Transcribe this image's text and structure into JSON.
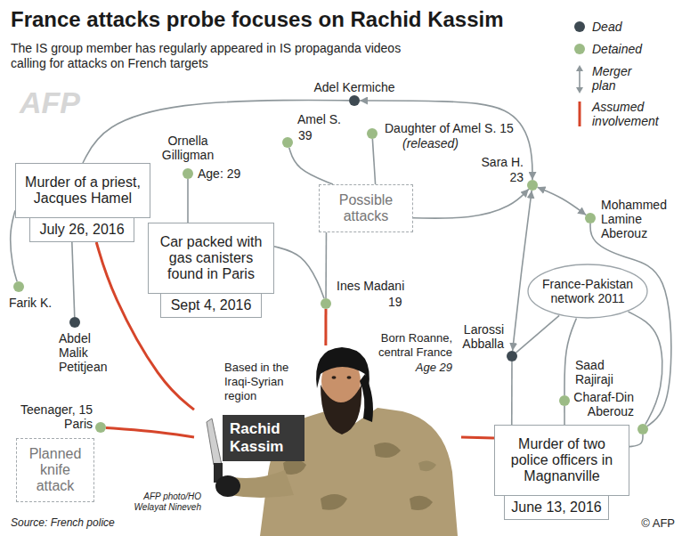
{
  "diagram": {
    "title": "France attacks probe focuses on Rachid Kassim",
    "nodes": [
      {
        "text": [
          "Murder of a priest, Jacques Hamel",
          "July 26, 2016"
        ]
      },
      {
        "text": [
          "Adel Kermiche"
        ]
      },
      {
        "text": [
          "Amel S.",
          "39"
        ]
      },
      {
        "text": [
          "Daughter of Amel S. 15",
          "(released)"
        ]
      },
      {
        "text": [
          "Sara H.",
          "23"
        ]
      },
      {
        "text": [
          "Ornella Gilligman",
          "Age: 29"
        ]
      },
      {
        "text": [
          "Car packed with gas canisters found in Paris",
          "Sept 4, 2016"
        ]
      },
      {
        "text": [
          "Possible attacks"
        ]
      },
      {
        "text": [
          "Mohammed Lamine Aberouz"
        ]
      },
      {
        "text": [
          "Farik K."
        ]
      },
      {
        "text": [
          "Abdel Malik Petitjean"
        ]
      },
      {
        "text": [
          "Ines Madani",
          "19"
        ]
      },
      {
        "text": [
          "France-Pakistan network 2011"
        ]
      },
      {
        "text": [
          "Larossi Abballa"
        ]
      },
      {
        "text": [
          "Saad Rajiraji"
        ]
      },
      {
        "text": [
          "Charaf-Din Aberouz"
        ]
      },
      {
        "text": [
          "Rachid Kassim"
        ]
      },
      {
        "text": [
          "Teenager, 15 Paris"
        ]
      },
      {
        "text": [
          "Planned knife attack"
        ]
      },
      {
        "text": [
          "Murder of two police officers in Magnanville",
          "June 13, 2016"
        ]
      }
    ],
    "edges": [
      {
        "from": 0,
        "to": 1,
        "arrow": "none"
      },
      {
        "from": 1,
        "to": 4,
        "arrow": "both"
      },
      {
        "from": 2,
        "to": 7,
        "arrow": "none"
      },
      {
        "from": 3,
        "to": 7,
        "arrow": "none"
      },
      {
        "from": 7,
        "to": 4,
        "arrow": "to"
      },
      {
        "from": 5,
        "to": 6,
        "arrow": "none"
      },
      {
        "from": 6,
        "to": 11,
        "arrow": "none"
      },
      {
        "from": 7,
        "to": 11,
        "arrow": "none"
      },
      {
        "from": 8,
        "to": 15,
        "arrow": "none"
      },
      {
        "from": 4,
        "to": 8,
        "arrow": "both"
      },
      {
        "from": 4,
        "to": 13,
        "arrow": "both"
      },
      {
        "from": 0,
        "to": 9,
        "arrow": "none"
      },
      {
        "from": 0,
        "to": 10,
        "arrow": "none"
      },
      {
        "from": 0,
        "to": 16,
        "arrow": "none"
      },
      {
        "from": 11,
        "to": 16,
        "arrow": "none"
      },
      {
        "from": 17,
        "to": 16,
        "arrow": "none"
      },
      {
        "from": 16,
        "to": 19,
        "arrow": "none"
      },
      {
        "from": 12,
        "to": 13,
        "arrow": "none"
      },
      {
        "from": 12,
        "to": 14,
        "arrow": "none"
      },
      {
        "from": 12,
        "to": 15,
        "arrow": "none"
      },
      {
        "from": 13,
        "to": 19,
        "arrow": "none"
      },
      {
        "from": 14,
        "to": 19,
        "arrow": "none"
      },
      {
        "from": 15,
        "to": 19,
        "arrow": "none"
      }
    ],
    "labels": [
      "The IS group member has regularly appeared in IS propaganda videos calling for attacks on French targets",
      "Based in the Iraqi-Syrian region",
      "Born Roanne, central France",
      "Age 29",
      "AFP photo/HO Welayat Nineveh",
      "Source: French police",
      "© AFP",
      "AFP"
    ],
    "legend": [
      {
        "text": "Dead",
        "color": "#3e4a52"
      },
      {
        "text": "Detained",
        "color": "#9cbb86"
      },
      {
        "text": "Merger plan"
      },
      {
        "text": "Assumed involvement"
      }
    ]
  }
}
